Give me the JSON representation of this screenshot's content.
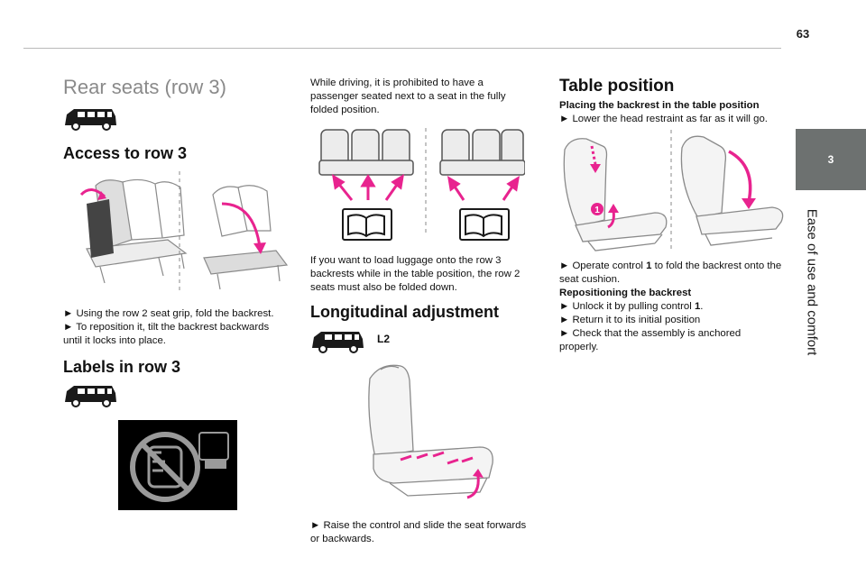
{
  "page": {
    "number": "63"
  },
  "side_tab": {
    "chapter": "3",
    "label": "Ease of use and comfort"
  },
  "col1": {
    "section_title": "Rear seats (row 3)",
    "access_heading": "Access to row 3",
    "access_step1": "► Using the row 2 seat grip, fold the backrest.",
    "access_step2": "► To reposition it, tilt the backrest backwards until it locks into place.",
    "labels_heading": "Labels in row 3"
  },
  "col2": {
    "warning_text": "While driving, it is prohibited to have a passenger seated next to a seat in the fully folded position.",
    "luggage_text": "If you want to load luggage onto the row 3 backrests while in the table position, the row 2 seats must also be folded down.",
    "longitudinal_heading": "Longitudinal adjustment",
    "variant_label": "L2",
    "slide_text": "► Raise the control and slide the seat forwards or backwards."
  },
  "col3": {
    "table_heading": "Table position",
    "placing_heading": "Placing the backrest in the table position",
    "placing_step1": "► Lower the head restraint as far as it will go.",
    "operate_prefix": "► Operate control ",
    "operate_control": "1",
    "operate_suffix": " to fold the backrest onto the seat cushion.",
    "repositioning_heading": "Repositioning the backrest",
    "unlock_prefix": "► Unlock it by pulling control ",
    "unlock_control": "1",
    "unlock_suffix": ".",
    "return_step": "► Return it to its initial position",
    "check_step": "► Check that the assembly is anchored properly.",
    "callout_number": "1"
  },
  "colors": {
    "accent": "#e8238f",
    "tab_bg": "#6d7170",
    "label_bg": "#000000"
  }
}
